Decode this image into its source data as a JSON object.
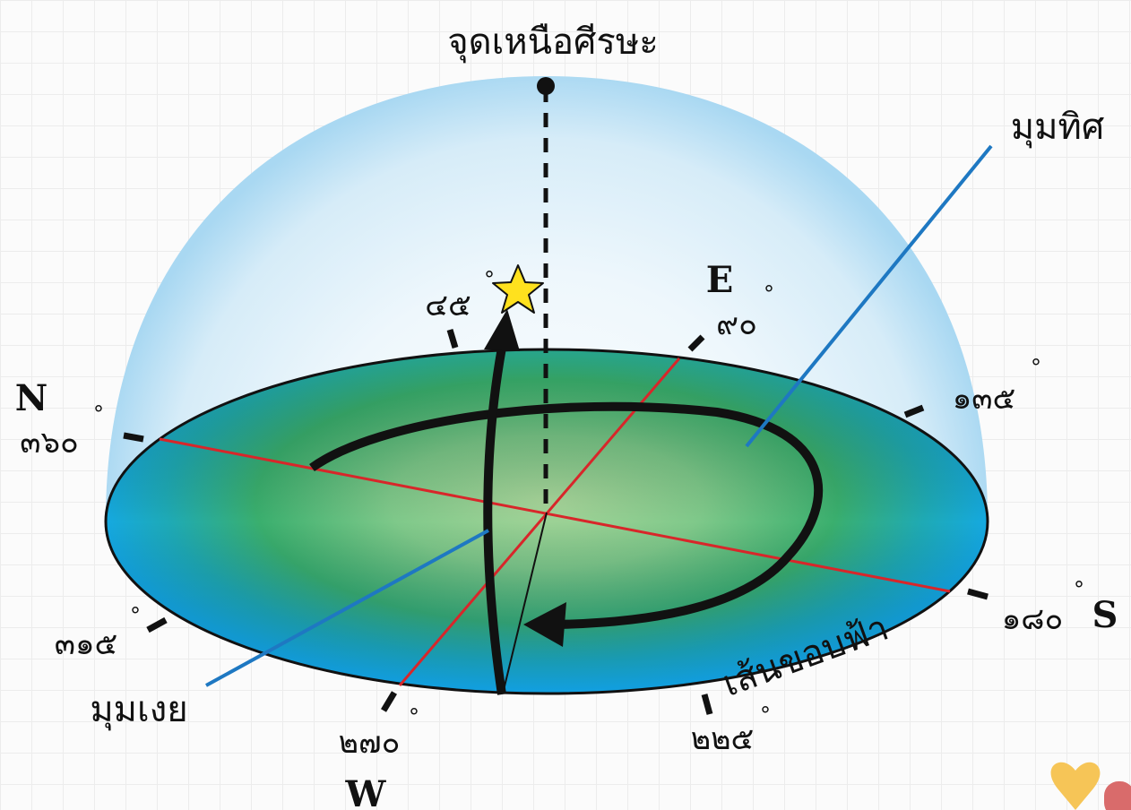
{
  "labels": {
    "zenith": "จุดเหนือศีรษะ",
    "azimuth": "มุมทิศ",
    "altitude": "มุมเงย",
    "horizon": "เส้นขอบฟ้า"
  },
  "directions": {
    "north": "N",
    "east": "E",
    "south": "S",
    "west": "W"
  },
  "degrees": {
    "d45": "๔๕",
    "d90": "๙๐",
    "d135": "๑๓๕",
    "d180": "๑๘๐",
    "d225": "๒๒๕",
    "d270": "๒๗๐",
    "d315": "๓๑๕",
    "d360": "๓๖๐",
    "symbol": "°"
  },
  "colors": {
    "dome_light": "#e3f2fb",
    "dome_edge": "#a9d8f2",
    "disc_center": "#a8d59a",
    "disc_mid": "#3aaf6e",
    "disc_outer": "#14a9e4",
    "axis_line": "#d8262a",
    "pointer_line": "#1e78c2",
    "star": "#ffe11e"
  }
}
